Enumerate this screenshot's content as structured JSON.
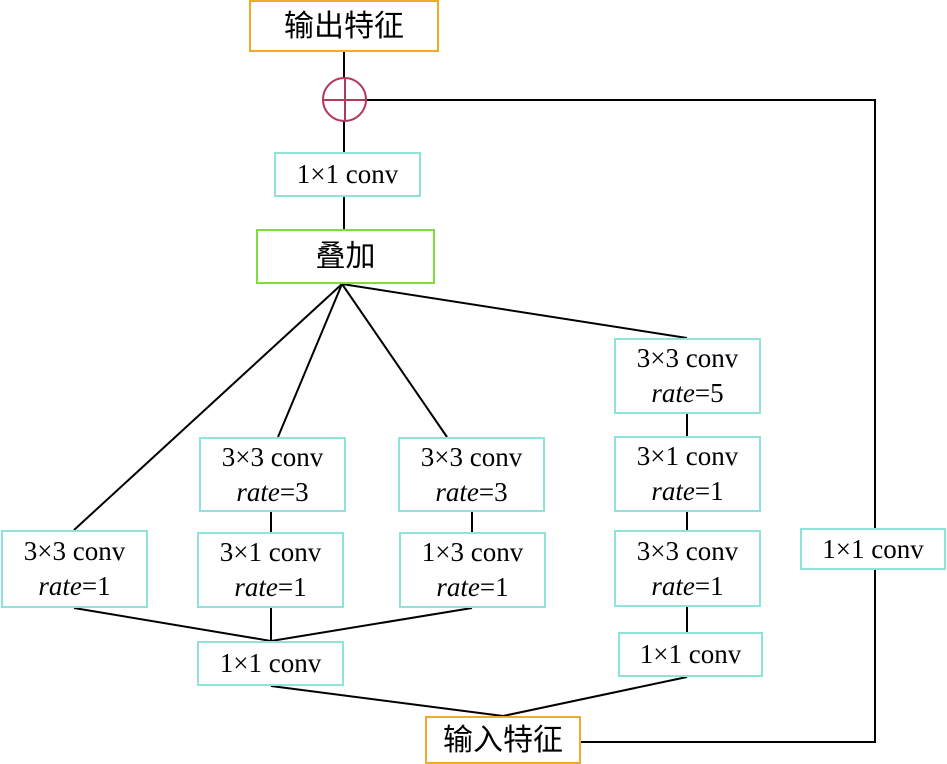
{
  "diagram": {
    "output": {
      "label": "输出特征"
    },
    "input": {
      "label": "输入特征"
    },
    "merge": {
      "label": "叠加"
    },
    "fuse_conv": {
      "label": "1×1 conv"
    },
    "shortcut_conv": {
      "label": "1×1 conv"
    },
    "branch1": {
      "conv": {
        "label": "3×3 conv",
        "rate_label": "rate",
        "rate_value": "=1"
      }
    },
    "branch2": {
      "top": {
        "label": "3×3 conv",
        "rate_label": "rate",
        "rate_value": "=3"
      },
      "mid": {
        "label": "3×1 conv",
        "rate_label": "rate",
        "rate_value": "=1"
      }
    },
    "branch3": {
      "top": {
        "label": "3×3 conv",
        "rate_label": "rate",
        "rate_value": "=3"
      },
      "mid": {
        "label": "1×3 conv",
        "rate_label": "rate",
        "rate_value": "=1"
      }
    },
    "shared_1x1": {
      "label": "1×1 conv"
    },
    "branch4": {
      "c1": {
        "label": "3×3 conv",
        "rate_label": "rate",
        "rate_value": "=5"
      },
      "c2": {
        "label": "3×1 conv",
        "rate_label": "rate",
        "rate_value": "=1"
      },
      "c3": {
        "label": "3×3 conv",
        "rate_label": "rate",
        "rate_value": "=1"
      },
      "c4": {
        "label": "1×1 conv"
      }
    },
    "colors": {
      "conv_border": "#8fe3d8",
      "io_border": "#f3a92b",
      "merge_border": "#7fdc3c",
      "adder": "#b03a5b",
      "line": "#000000"
    }
  }
}
